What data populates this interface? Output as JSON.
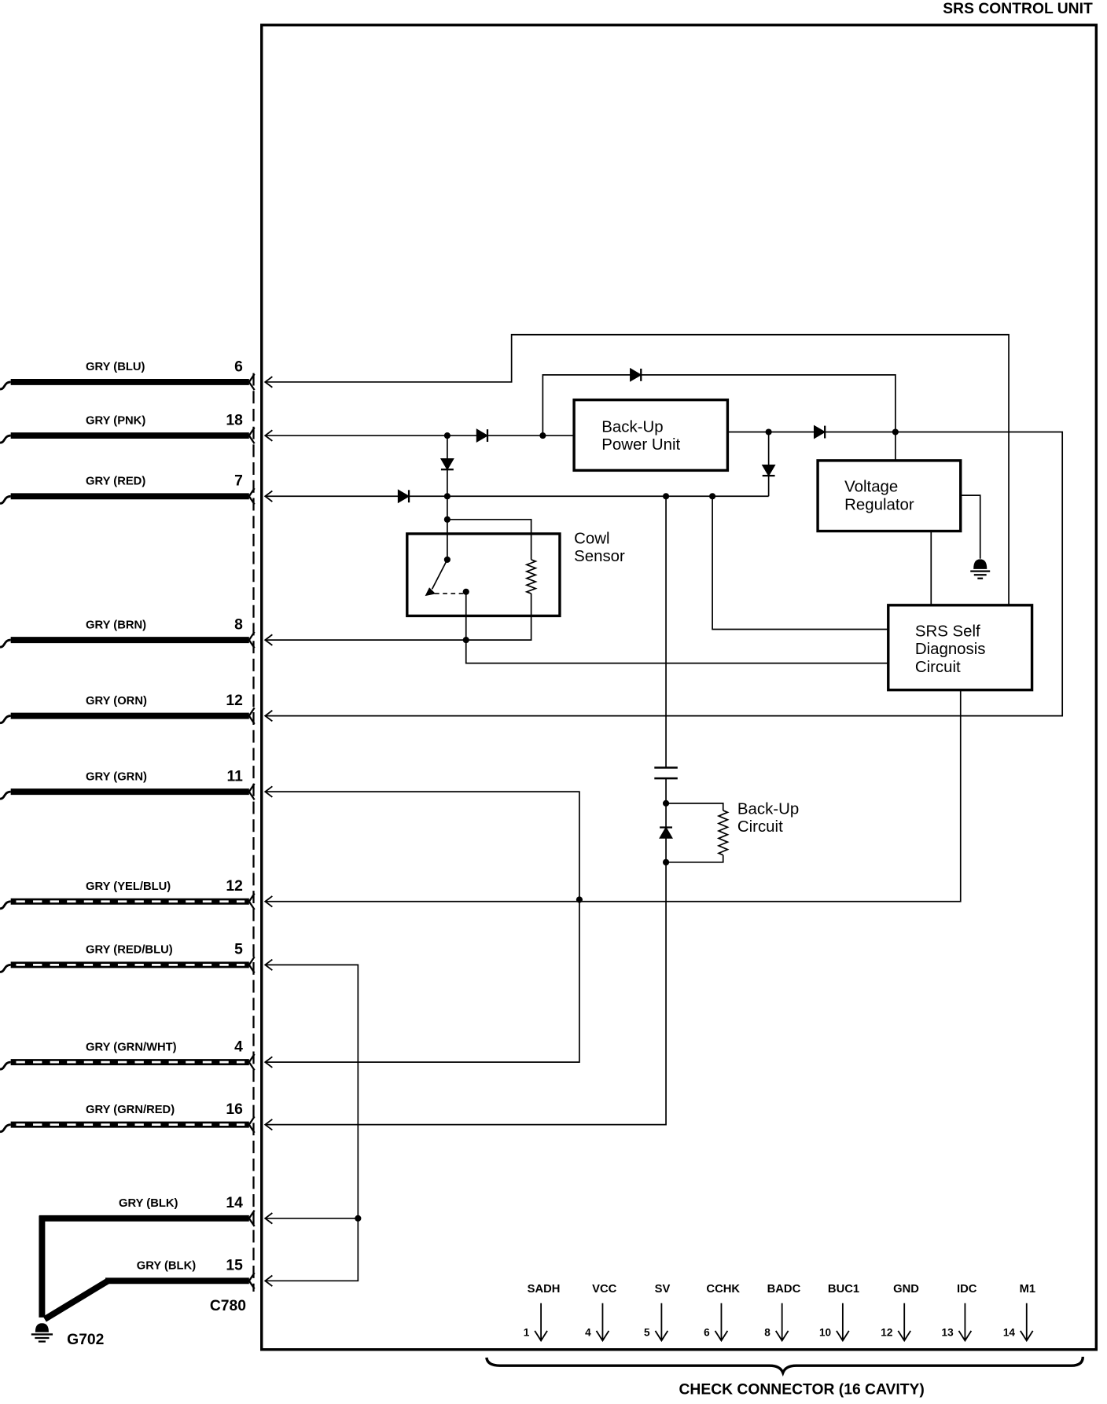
{
  "title": "SRS CONTROL UNIT",
  "harness": [
    {
      "wire": "GRY (BLU)",
      "pin": "6",
      "striped": false
    },
    {
      "wire": "GRY (PNK)",
      "pin": "18",
      "striped": false
    },
    {
      "wire": "GRY (RED)",
      "pin": "7",
      "striped": false
    },
    {
      "wire": "GRY (BRN)",
      "pin": "8",
      "striped": false
    },
    {
      "wire": "GRY (ORN)",
      "pin": "12",
      "striped": false
    },
    {
      "wire": "GRY (GRN)",
      "pin": "11",
      "striped": false
    },
    {
      "wire": "GRY (YEL/BLU)",
      "pin": "12",
      "striped": true
    },
    {
      "wire": "GRY (RED/BLU)",
      "pin": "5",
      "striped": true
    },
    {
      "wire": "GRY (GRN/WHT)",
      "pin": "4",
      "striped": true
    },
    {
      "wire": "GRY (GRN/RED)",
      "pin": "16",
      "striped": true
    },
    {
      "wire": "GRY (BLK)",
      "pin": "14",
      "striped": false
    },
    {
      "wire": "GRY (BLK)",
      "pin": "15",
      "striped": false
    }
  ],
  "connector": "C780",
  "ground": "G702",
  "components": {
    "backup_power_unit": [
      "Back-Up",
      "Power Unit"
    ],
    "voltage_regulator": [
      "Voltage",
      "Regulator"
    ],
    "cowl_sensor": [
      "Cowl",
      "Sensor"
    ],
    "self_diagnosis": [
      "SRS Self",
      "Diagnosis",
      "Circuit"
    ],
    "backup_circuit": [
      "Back-Up",
      "Circuit"
    ]
  },
  "check_connector": {
    "title": "CHECK CONNECTOR (16 CAVITY)",
    "terminals": [
      {
        "name": "SADH",
        "pin": "1"
      },
      {
        "name": "VCC",
        "pin": "4"
      },
      {
        "name": "SV",
        "pin": "5"
      },
      {
        "name": "CCHK",
        "pin": "6"
      },
      {
        "name": "BADC",
        "pin": "8"
      },
      {
        "name": "BUC1",
        "pin": "10"
      },
      {
        "name": "GND",
        "pin": "12"
      },
      {
        "name": "IDC",
        "pin": "13"
      },
      {
        "name": "M1",
        "pin": "14"
      }
    ]
  }
}
